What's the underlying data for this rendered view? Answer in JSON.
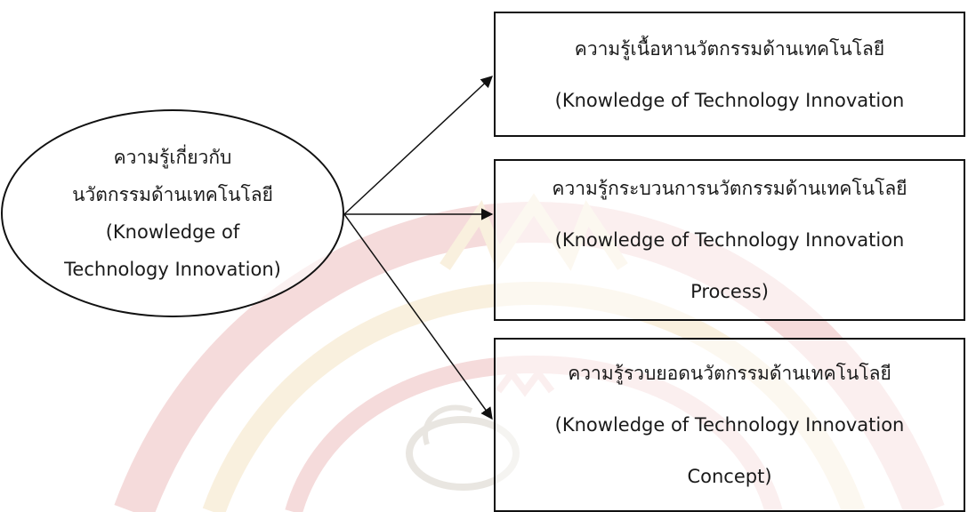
{
  "diagram": {
    "central": {
      "lines": [
        "ความรู้เกี่ยวกับ",
        "นวัตกรรมด้านเทคโนโลยี",
        "(Knowledge of",
        "Technology Innovation)"
      ]
    },
    "boxes": [
      {
        "lines": [
          "ความรู้เนื้อหานวัตกรรมด้านเทคโนโลยี",
          "(Knowledge of Technology Innovation"
        ]
      },
      {
        "lines": [
          "ความรู้กระบวนการนวัตกรรมด้านเทคโนโลยี",
          "(Knowledge  of Technology Innovation",
          "Process)"
        ]
      },
      {
        "lines": [
          "ความรู้รวบยอดนวัตกรรมด้านเทคโนโลยี",
          "(Knowledge  of Technology Innovation",
          "Concept)"
        ]
      }
    ]
  },
  "colors": {
    "line": "#111111",
    "watermark_red": "#c62828",
    "watermark_gold": "#e0a43a"
  }
}
